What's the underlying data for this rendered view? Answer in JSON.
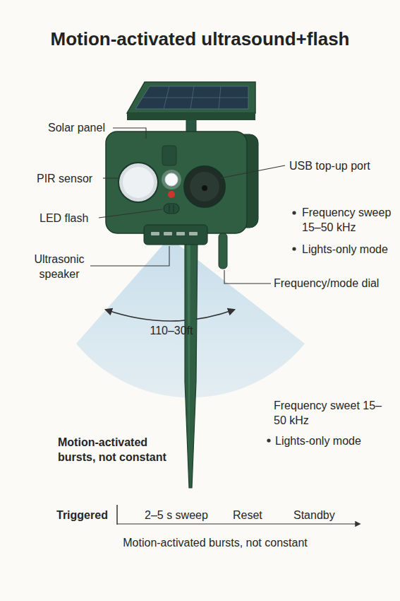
{
  "diagram": {
    "title": "Motion-activated ultrasound+flash",
    "labels": [
      "Solar panel",
      "PIR sensor",
      "LED flash",
      "Ultrasonic speaker",
      "USB top-up port",
      "Frequency sweep 15–50 kHz",
      "Lights-only mode",
      "Frequency/mode dial",
      "110–30ft",
      "Frequency sweet 15–50 kHz",
      "Lights-only mode",
      "Motion-activated bursts, not constant",
      "Triggered",
      "2–5 s sweep",
      "Reset",
      "Standby",
      "Motion-activated bursts, not constant"
    ]
  }
}
